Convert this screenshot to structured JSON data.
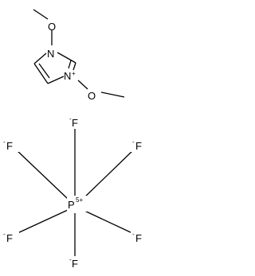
{
  "cation": {
    "n1": {
      "label": "N"
    },
    "n3": {
      "label": "N",
      "charge": "+"
    },
    "o1": {
      "label": "O"
    },
    "o2": {
      "label": "O"
    }
  },
  "anion": {
    "p": {
      "label": "P",
      "charge": "5+"
    },
    "f_top": {
      "label": "F",
      "charge": "-"
    },
    "f_upper_left": {
      "label": "F",
      "charge": "-"
    },
    "f_upper_right": {
      "label": "F",
      "charge": "-"
    },
    "f_lower_left": {
      "label": "F",
      "charge": "-"
    },
    "f_lower_right": {
      "label": "F",
      "charge": "-"
    },
    "f_bottom": {
      "label": "F",
      "charge": "-"
    }
  }
}
